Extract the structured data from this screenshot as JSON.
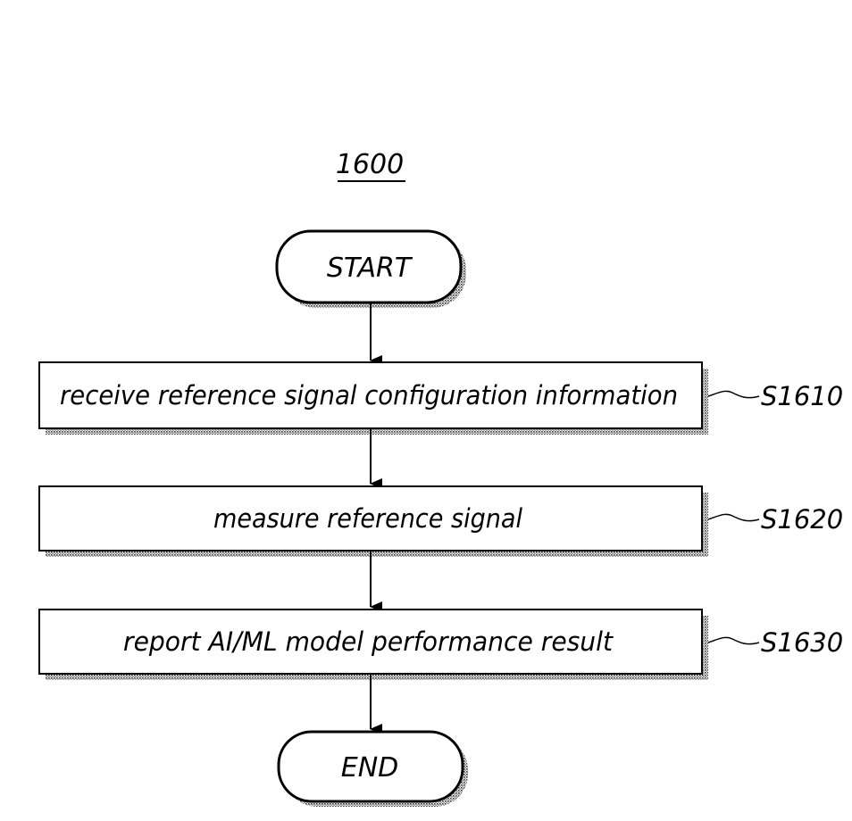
{
  "figure": {
    "ref_number": "1600"
  },
  "terminals": {
    "start": "START",
    "end": "END"
  },
  "steps": [
    {
      "text": "receive reference signal configuration information",
      "ref": "S1610"
    },
    {
      "text": "measure reference signal",
      "ref": "S1620"
    },
    {
      "text": "report AI/ML model performance result",
      "ref": "S1630"
    }
  ],
  "colors": {
    "stroke": "#000000",
    "fill": "#ffffff",
    "shadow": "#4a4a4a"
  }
}
